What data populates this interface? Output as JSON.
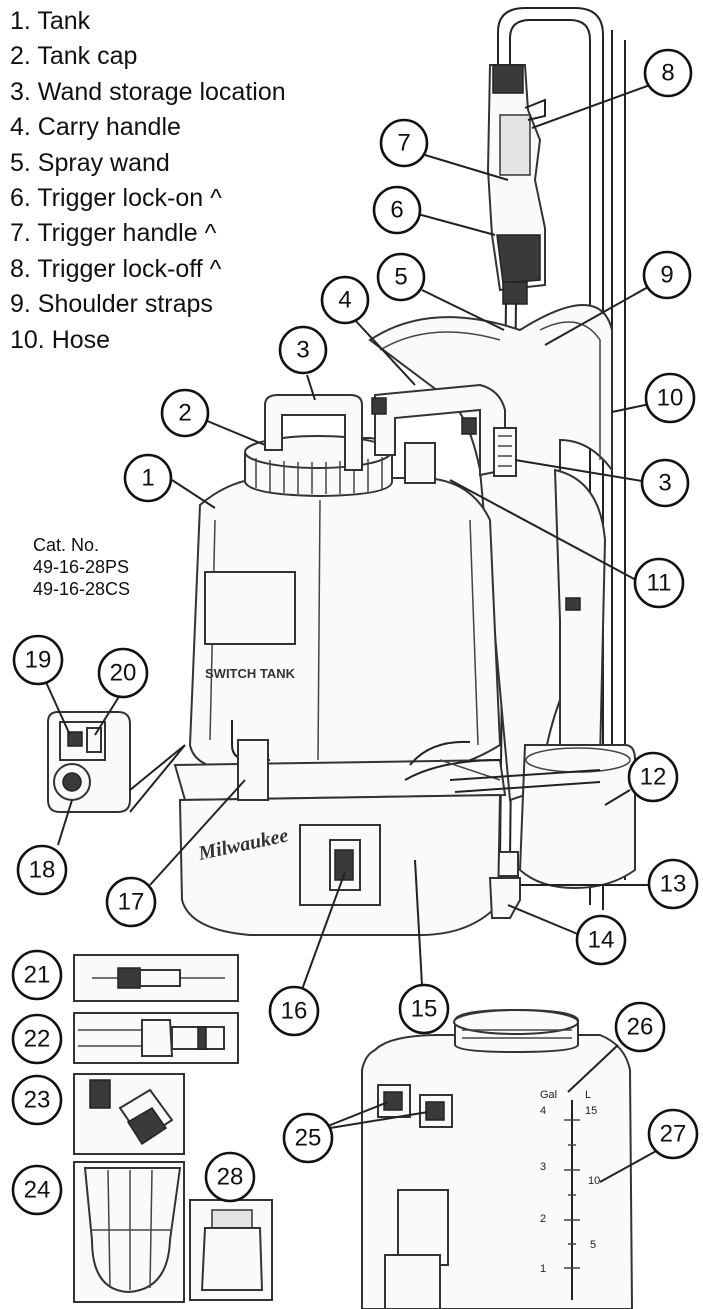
{
  "legend": {
    "items": [
      "1. Tank",
      "2. Tank cap",
      "3. Wand storage location",
      "4. Carry handle",
      "5. Spray wand",
      "6.  Trigger lock-on ^",
      "7. Trigger handle ^",
      "8. Trigger lock-off ^",
      "9. Shoulder straps",
      "10. Hose"
    ]
  },
  "catalog": {
    "label": "Cat. No.",
    "numbers": [
      "49-16-28PS",
      "49-16-28CS"
    ]
  },
  "branding": {
    "tank_label": "SWITCH TANK",
    "logo": "Milwaukee"
  },
  "callouts": [
    "1",
    "2",
    "3",
    "3",
    "4",
    "5",
    "6",
    "7",
    "8",
    "9",
    "10",
    "11",
    "12",
    "13",
    "14",
    "15",
    "16",
    "17",
    "18",
    "19",
    "20",
    "21",
    "22",
    "23",
    "24",
    "25",
    "26",
    "27",
    "28"
  ],
  "scale_marks": [
    "Gal",
    "L",
    "4",
    "15",
    "3",
    "10",
    "2",
    "5",
    "1"
  ],
  "colors": {
    "line": "#222222",
    "fill": "#fafafa"
  }
}
